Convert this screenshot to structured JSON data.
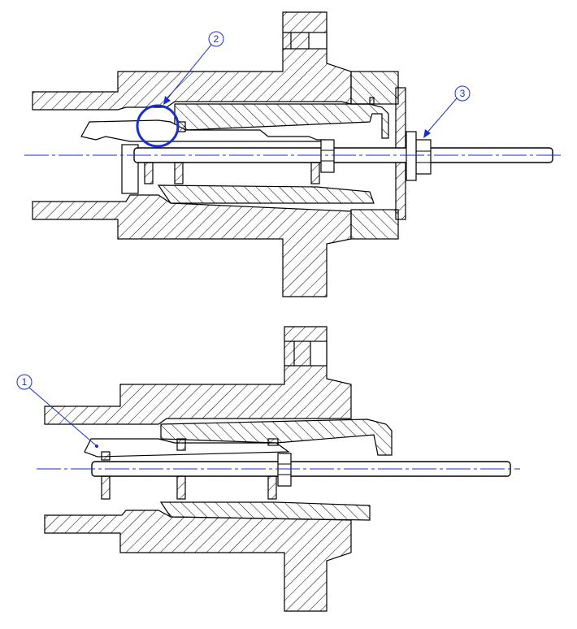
{
  "drawing": {
    "views": [
      {
        "id": "upper-section"
      },
      {
        "id": "lower-section"
      }
    ],
    "callouts": [
      {
        "id": "callout-1",
        "label": "1"
      },
      {
        "id": "callout-2",
        "label": "2"
      },
      {
        "id": "callout-3",
        "label": "3"
      }
    ],
    "colors": {
      "line": "#000000",
      "hatch": "#000000",
      "annotation": "#1a2ecc",
      "centerline": "#1a2ecc",
      "background": "#ffffff"
    }
  }
}
